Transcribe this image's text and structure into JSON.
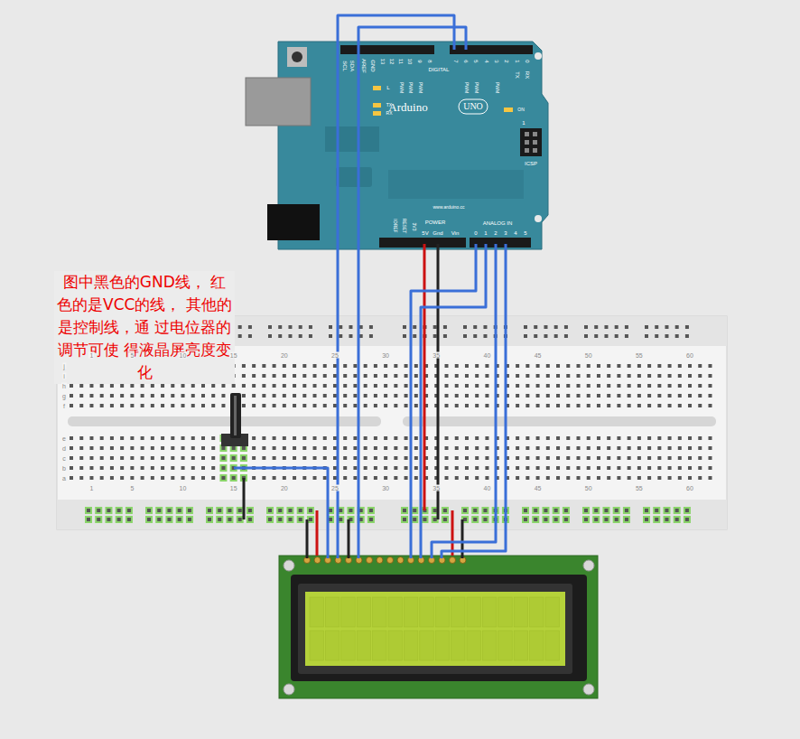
{
  "diagram": {
    "labels": [
      "图中黑色的GND线， 红色的是VCC的线， 其他的是控制线，通 过电位器的调节可使 得液晶屏亮度变化",
      "Arduino",
      "UNO",
      "DIGITAL",
      "SCL",
      "SDA",
      "AREF",
      "GND",
      "13",
      "12",
      "11",
      "10",
      "9",
      "8",
      "7",
      "6",
      "5",
      "4",
      "3",
      "2",
      "1",
      "0",
      "TX",
      "RX",
      "PWM",
      "PWM",
      "PWM",
      "PWM",
      "PWM",
      "PWM",
      "L",
      "TX",
      "RX",
      "ON",
      "ICSP",
      "1",
      "www.arduino.cc",
      "IOREF",
      "RESET",
      "3V3",
      "5V",
      "Gnd",
      "Vin",
      "POWER",
      "ANALOG IN",
      "0",
      "1",
      "2",
      "3",
      "4",
      "5",
      "1",
      "5",
      "10",
      "15",
      "20",
      "25",
      "30",
      "35",
      "40",
      "45",
      "50",
      "55",
      "60",
      "1",
      "5",
      "10",
      "15",
      "20",
      "25",
      "30",
      "35",
      "40",
      "45",
      "50",
      "55",
      "60",
      "j",
      "i",
      "h",
      "g",
      "f",
      "e",
      "d",
      "c",
      "b",
      "a"
    ]
  }
}
